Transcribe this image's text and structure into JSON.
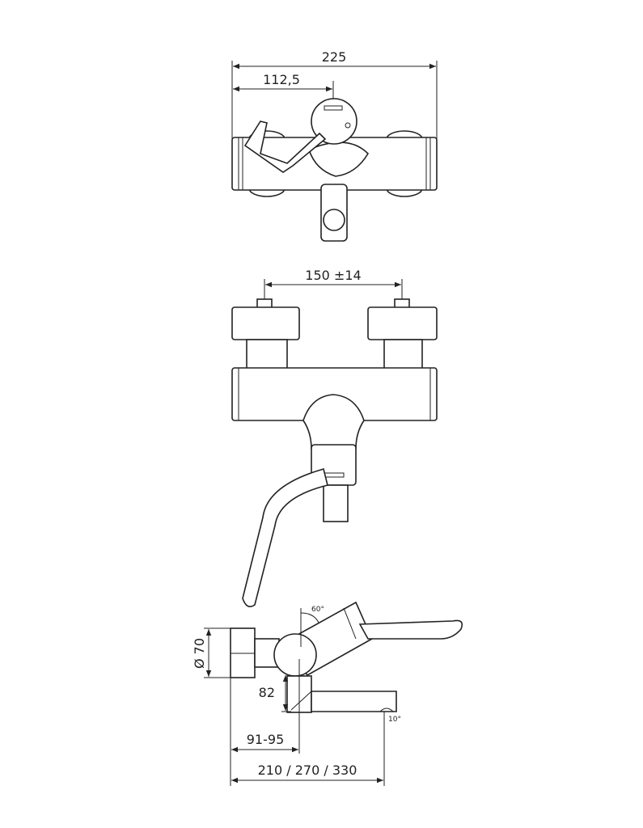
{
  "top_view": {
    "dim_total": "225",
    "dim_half": "112,5"
  },
  "front_view": {
    "dim_centers": "150 ±14"
  },
  "side_view": {
    "dim_diameter": "Ø 70",
    "dim_height": "82",
    "dim_angle_lever": "60°",
    "dim_angle_spout": "10°",
    "dim_depth": "91-95",
    "dim_length": "210 / 270 / 330"
  }
}
